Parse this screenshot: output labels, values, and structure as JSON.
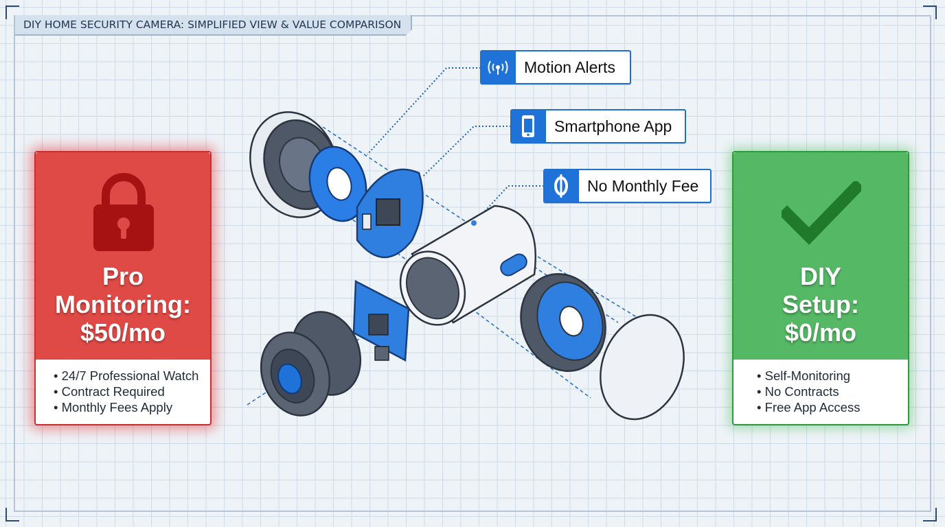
{
  "title": "DIY HOME SECURITY CAMERA: SIMPLIFIED VIEW & VALUE COMPARISON",
  "callouts": [
    {
      "label": "Motion Alerts",
      "icon": "wireless-signal-icon"
    },
    {
      "label": "Smartphone App",
      "icon": "smartphone-icon"
    },
    {
      "label": "No Monthly Fee",
      "icon": "zero-coin-icon"
    }
  ],
  "pro": {
    "heading_lines": [
      "Pro",
      "Monitoring:",
      "$50/mo"
    ],
    "icon": "padlock-icon",
    "features": [
      "24/7 Professional Watch",
      "Contract Required",
      "Monthly Fees Apply"
    ],
    "color": "#e04a46"
  },
  "diy": {
    "heading_lines": [
      "DIY",
      "Setup:",
      "$0/mo"
    ],
    "icon": "checkmark-icon",
    "features": [
      "Self-Monitoring",
      "No Contracts",
      "Free App Access"
    ],
    "color": "#55b865"
  },
  "accent_color": "#1f73d8"
}
